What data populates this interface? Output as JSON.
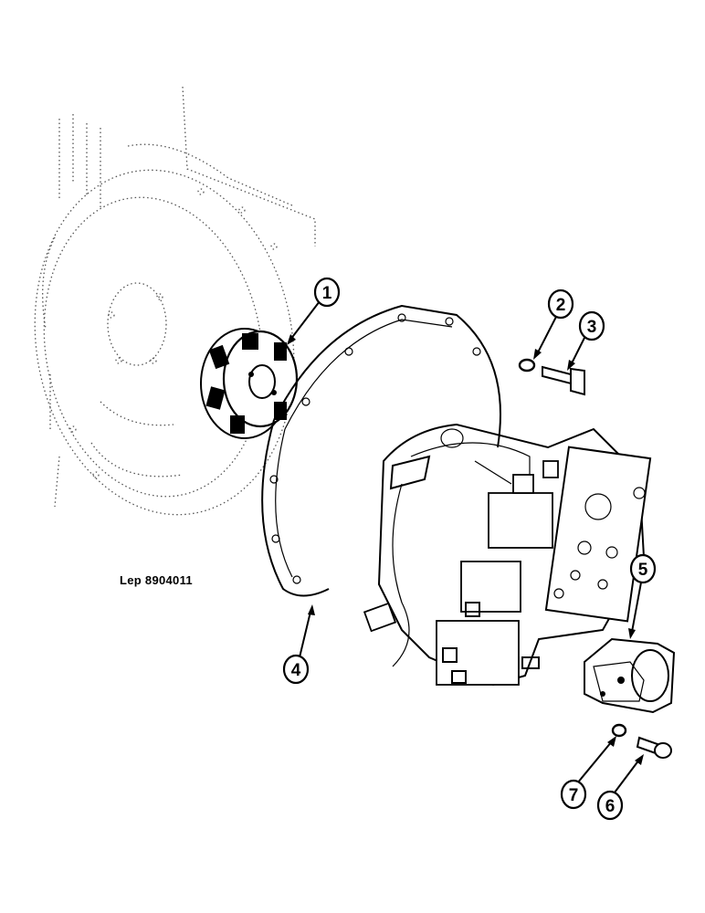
{
  "reference": "Lep 8904011",
  "callouts": [
    {
      "id": "1",
      "label": "1"
    },
    {
      "id": "2",
      "label": "2"
    },
    {
      "id": "3",
      "label": "3"
    },
    {
      "id": "4",
      "label": "4"
    },
    {
      "id": "5",
      "label": "5"
    },
    {
      "id": "6",
      "label": "6"
    },
    {
      "id": "7",
      "label": "7"
    }
  ]
}
